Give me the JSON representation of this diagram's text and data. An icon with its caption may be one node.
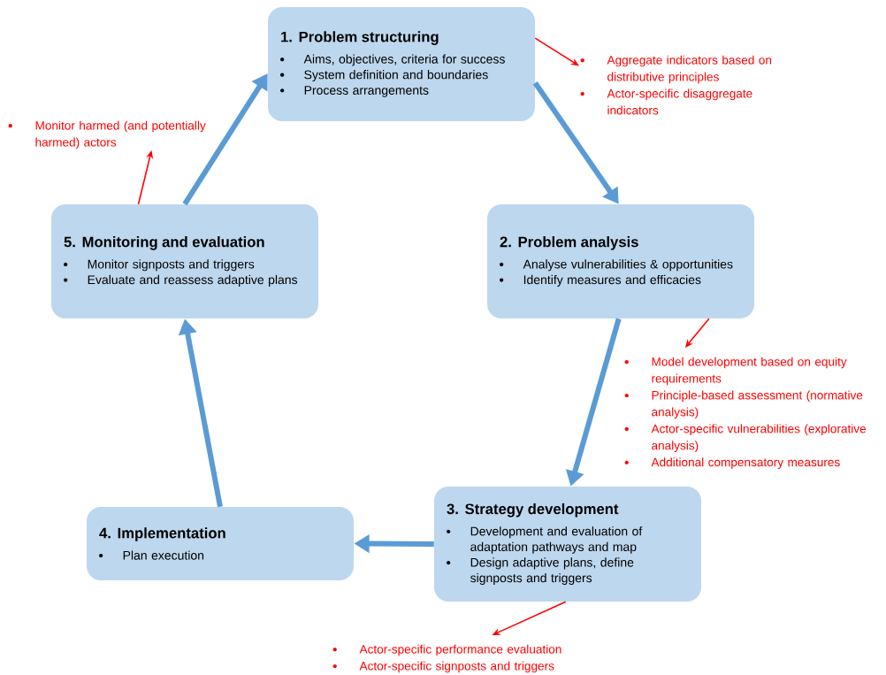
{
  "diagram": {
    "nodes": [
      {
        "text": [
          "1. Problem structuring",
          "Aims, objectives, criteria for success",
          "System definition and boundaries",
          "Process arrangements"
        ]
      },
      {
        "text": [
          "2. Problem analysis",
          "Analyse vulnerabilities & opportunities",
          "Identify measures and efficacies"
        ]
      },
      {
        "text": [
          "3. Strategy development",
          "Development and evaluation of adaptation pathways and map",
          "Design adaptive plans, define signposts and triggers"
        ]
      },
      {
        "text": [
          "4. Implementation",
          "Plan execution"
        ]
      },
      {
        "text": [
          "5. Monitoring and evaluation",
          "Monitor signposts and triggers",
          "Evaluate and reassess adaptive plans"
        ]
      },
      {
        "text": [
          "Aggregate indicators based on distributive principles",
          "Actor-specific disaggregate indicators"
        ]
      },
      {
        "text": [
          "Model development based on equity requirements",
          "Principle-based assessment (normative analysis)",
          "Actor-specific vulnerabilities (explorative analysis)",
          "Additional compensatory measures"
        ]
      },
      {
        "text": [
          "Actor-specific performance evaluation",
          "Actor-specific signposts and triggers"
        ]
      },
      {
        "text": [
          "Monitor harmed (and potentially harmed) actors"
        ]
      }
    ],
    "edges": [
      {
        "from": 0,
        "to": 1,
        "arrow": "to"
      },
      {
        "from": 1,
        "to": 2,
        "arrow": "to"
      },
      {
        "from": 2,
        "to": 3,
        "arrow": "to"
      },
      {
        "from": 3,
        "to": 4,
        "arrow": "to"
      },
      {
        "from": 4,
        "to": 0,
        "arrow": "to"
      },
      {
        "from": 0,
        "to": 5,
        "arrow": "to",
        "color": "#ff0000"
      },
      {
        "from": 1,
        "to": 6,
        "arrow": "to",
        "color": "#ff0000"
      },
      {
        "from": 2,
        "to": 7,
        "arrow": "to",
        "color": "#ff0000"
      },
      {
        "from": 4,
        "to": 8,
        "arrow": "to",
        "color": "#ff0000"
      }
    ]
  }
}
